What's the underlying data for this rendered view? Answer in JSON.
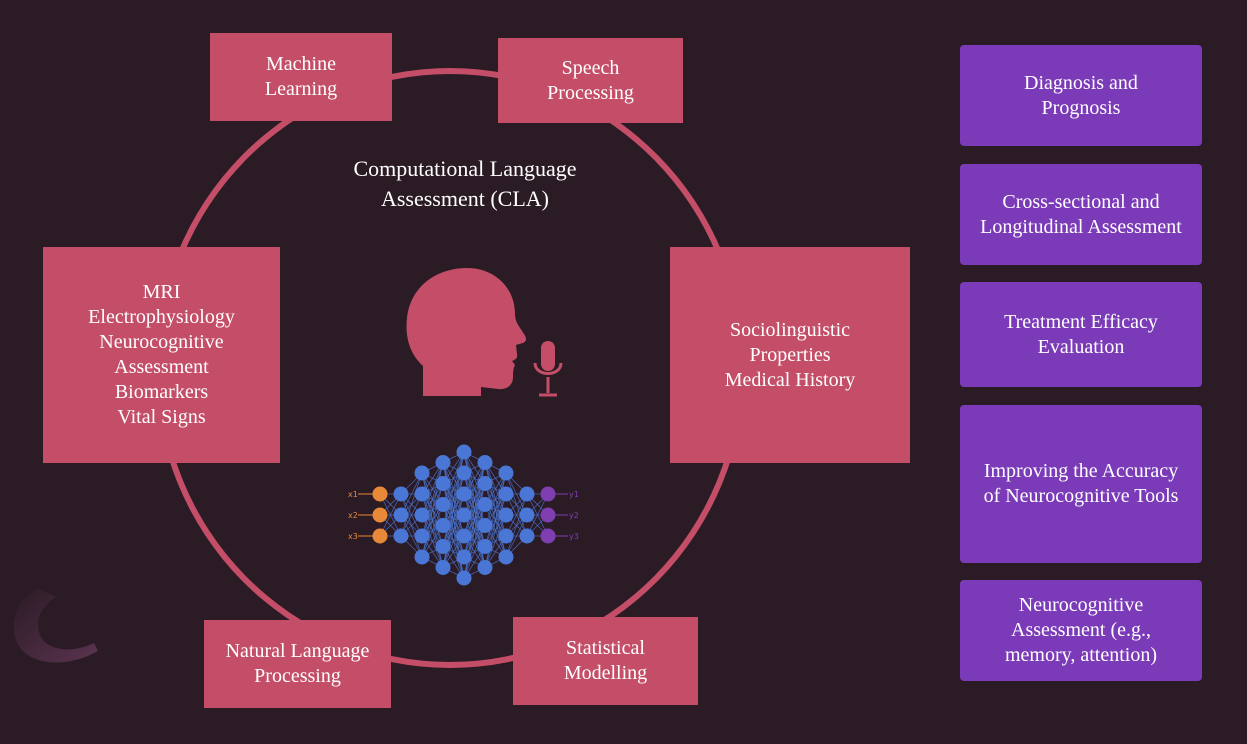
{
  "center": {
    "title": "Computational Language\nAssessment (CLA)"
  },
  "ring_boxes": {
    "machine_learning": "Machine\nLearning",
    "speech_processing": "Speech\nProcessing",
    "clinical_data": "MRI\nElectrophysiology\nNeurocognitive\nAssessment\nBiomarkers\nVital Signs",
    "sociolinguistic": "Sociolinguistic\nProperties\nMedical History",
    "nlp": "Natural Language\nProcessing",
    "statistical": "Statistical\nModelling"
  },
  "outcomes": [
    "Diagnosis and\nPrognosis",
    "Cross-sectional and\nLongitudinal Assessment",
    "Treatment Efficacy\nEvaluation",
    "Improving the Accuracy\nof Neurocognitive Tools",
    "Neurocognitive\nAssessment (e.g.,\nmemory, attention)"
  ],
  "network": {
    "inputs": [
      "x1",
      "x2",
      "x3"
    ],
    "outputs": [
      "y1",
      "y2",
      "y3"
    ],
    "layer_sizes": [
      3,
      3,
      5,
      6,
      7,
      6,
      5,
      3,
      3
    ]
  },
  "colors": {
    "background": "#2b1b25",
    "accent": "#c44e68",
    "outcome": "#7b3bb8",
    "input_node": "#e8893a",
    "hidden_node": "#4a77d6",
    "output_node": "#7f3fb0"
  },
  "icons": [
    "head-profile-icon",
    "microphone-icon",
    "neural-network-icon",
    "crescent-decoration-icon"
  ]
}
